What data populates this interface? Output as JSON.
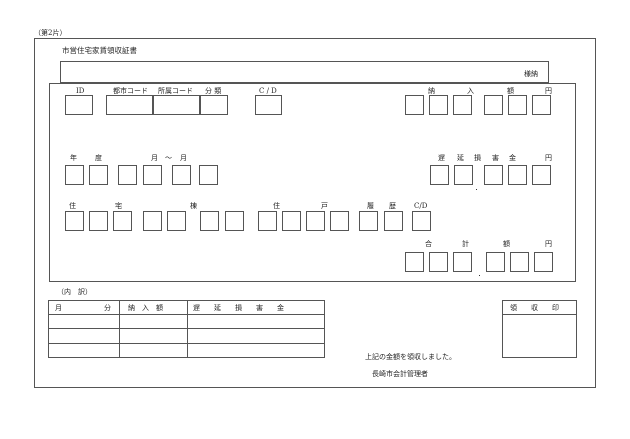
{
  "page_note": "（第2片）",
  "form_title": "市営住宅家賃領収証書",
  "header_label": "様納",
  "section1": {
    "id": "ID",
    "city_code": "都市コード",
    "office_code": "所属コード",
    "category": "分 類",
    "cd": "C / D",
    "payment": [
      "納",
      "入",
      "額",
      "円"
    ]
  },
  "section2": {
    "year": "年",
    "period": "度",
    "month_from": "月",
    "tilde": "〜",
    "month_to": "月",
    "late_fee": [
      "遅",
      "延",
      "損",
      "害",
      "金",
      "円"
    ]
  },
  "section3": {
    "residence": "住",
    "house": "宅",
    "building": "棟",
    "dwelling": "住",
    "unit": "戸",
    "history1": "履",
    "history2": "歴",
    "cd": "C/D"
  },
  "section4": {
    "total": [
      "合",
      "計",
      "額",
      "円"
    ]
  },
  "breakdown": {
    "title": "（内　訳）",
    "headers": {
      "month": "月",
      "minute": "分",
      "payment": "納　入　額",
      "late_fee": "遅　　延　　損　　害　　金"
    },
    "rows": [
      {
        "month": "",
        "payment": "",
        "late_fee": ""
      },
      {
        "month": "",
        "payment": "",
        "late_fee": ""
      },
      {
        "month": "",
        "payment": "",
        "late_fee": ""
      }
    ]
  },
  "stamp": {
    "header": "領　　収　　印"
  },
  "receipt_note": "上記の金額を領収しました。",
  "issuer": "長崎市会計管理者"
}
